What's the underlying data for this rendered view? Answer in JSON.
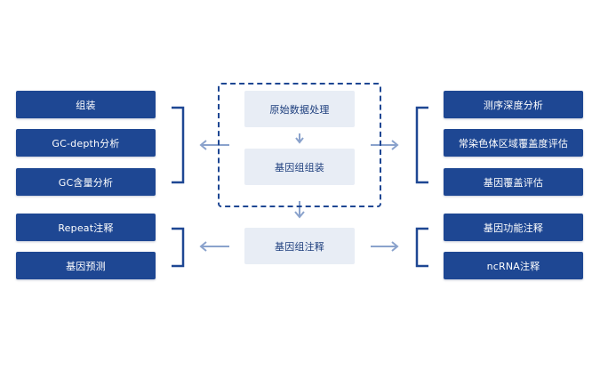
{
  "center": {
    "process": [
      {
        "label": "原始数据处理"
      },
      {
        "label": "基因组组装"
      }
    ],
    "annotation": {
      "label": "基因组注释"
    }
  },
  "left": {
    "assembly_outputs": [
      {
        "label": "组装"
      },
      {
        "label": "GC-depth分析"
      },
      {
        "label": "GC含量分析"
      }
    ],
    "annotation_outputs": [
      {
        "label": "Repeat注释"
      },
      {
        "label": "基因预测"
      }
    ]
  },
  "right": {
    "assembly_outputs": [
      {
        "label": "测序深度分析"
      },
      {
        "label": "常染色体区域覆盖度评估"
      },
      {
        "label": "基因覆盖评估"
      }
    ],
    "annotation_outputs": [
      {
        "label": "基因功能注释"
      },
      {
        "label": "ncRNA注释"
      }
    ]
  },
  "colors": {
    "dark_box": "#1e4793",
    "light_box": "#e8edf5",
    "arrow": "#8aa2cc",
    "bracket": "#1e4793"
  }
}
